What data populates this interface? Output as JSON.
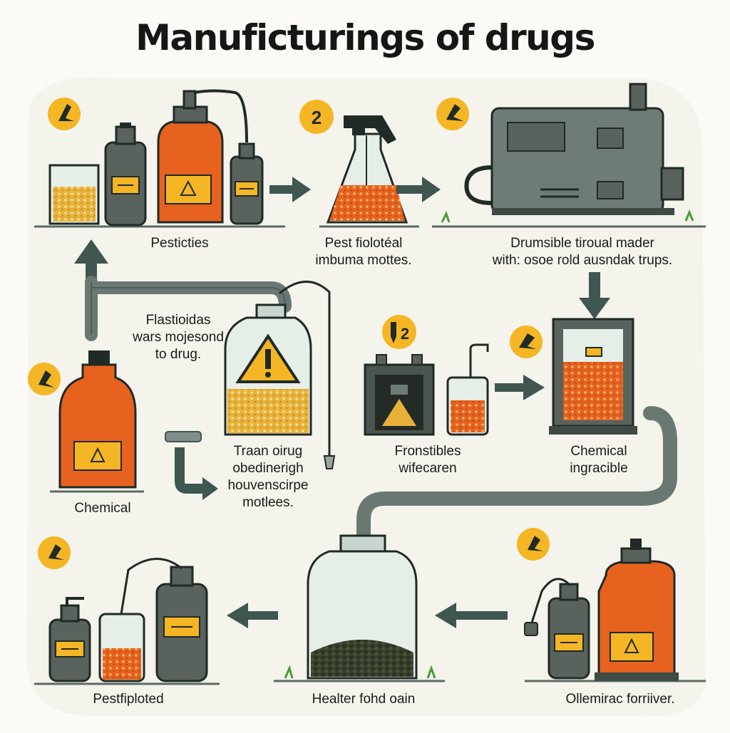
{
  "title": "Manuficturings of drugs",
  "colors": {
    "bottle_dark": "#59625c",
    "glass": "#dfe8e1",
    "liquid_orange": "#e6621e",
    "liquid_amber": "#e8b23a",
    "badge_yellow": "#f4b624",
    "arrow_teal": "#3f5651",
    "outline": "#202a26"
  },
  "steps": [
    {
      "number": null,
      "icon": "hand-flask-icon",
      "label": [
        "Pesticties"
      ]
    },
    {
      "number": "2",
      "icon": null,
      "label": [
        "Pest fiolotéal",
        "imbuma mottes."
      ]
    },
    {
      "number": null,
      "icon": "hand-flask-icon",
      "label": [
        "Drumsible tiroual mader",
        "with: osoe rold ausndak trups."
      ]
    },
    {
      "number": null,
      "icon": null,
      "label": [
        "Flastioidas",
        "wars mojesond",
        "to drug."
      ]
    },
    {
      "number": null,
      "icon": "hand-flask-icon",
      "label": [
        "Chemical"
      ]
    },
    {
      "number": null,
      "icon": null,
      "label": [
        "Traan oirug",
        "obedinerigh",
        "houvenscirpe",
        "motlees."
      ]
    },
    {
      "number": "2",
      "icon": "dropper-icon",
      "label": [
        "Fronstibles",
        "wifecaren"
      ]
    },
    {
      "number": null,
      "icon": "hand-flask-icon",
      "label": [
        "Chemical",
        "ingracible"
      ]
    },
    {
      "number": null,
      "icon": "hand-flask-icon",
      "label": [
        "Pestfiploted"
      ]
    },
    {
      "number": null,
      "icon": null,
      "label": [
        "Healter fohd oain"
      ]
    },
    {
      "number": null,
      "icon": "hand-flask-icon",
      "label": [
        "Ollemirac forriiver."
      ]
    }
  ]
}
